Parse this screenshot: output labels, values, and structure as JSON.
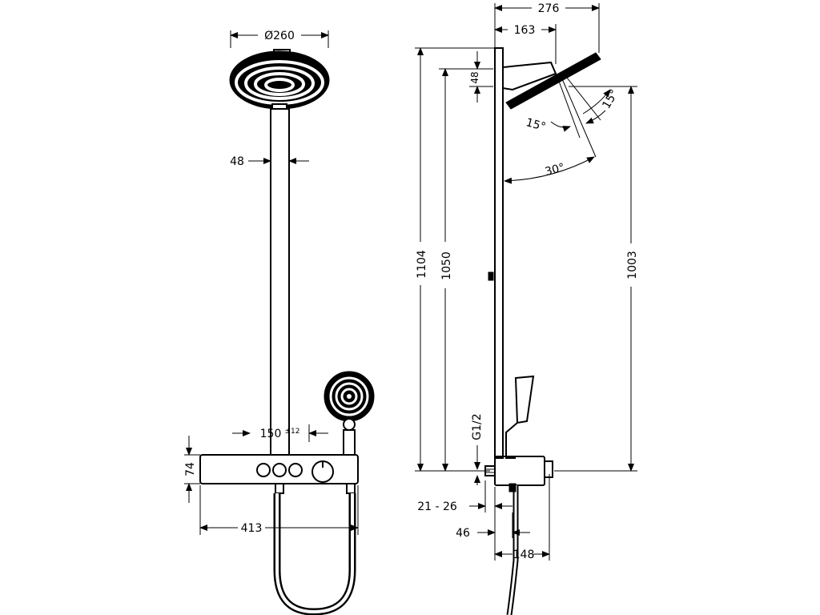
{
  "dimensions": {
    "head_diameter": "Ø260",
    "pipe_width": "48",
    "hand_spacing": "150",
    "hand_spacing_tol": "±12",
    "thermostat_height": "74",
    "thermostat_width": "413",
    "overall_depth": "276",
    "arm_length": "163",
    "head_thickness": "48",
    "angle_a": "15°",
    "angle_b": "15°",
    "angle_total": "30°",
    "total_height": "1104",
    "head_height": "1050",
    "outlet_height": "1003",
    "thread": "G1/2",
    "wall_offset": "21 - 26",
    "bar_offset": "46",
    "depth_bottom": "148"
  }
}
